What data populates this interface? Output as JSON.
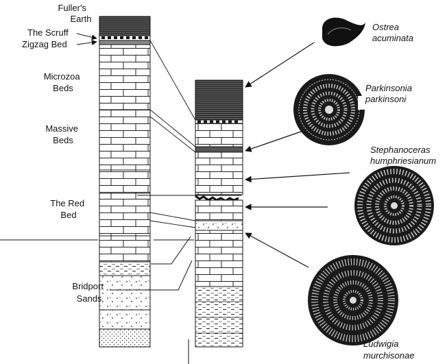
{
  "bed_labels": {
    "fullers_earth": "Fuller's Earth",
    "scruff": "The Scruff",
    "zigzag": "Zigzag Bed",
    "microzoa": "Microzoa Beds",
    "massive": "Massive Beds",
    "red_bed": "The Red Bed",
    "bridport": "Bridport Sands"
  },
  "fossils": {
    "ostrea": "Ostrea acuminata",
    "parkinsonia": "Parkinsonia parkinsoni",
    "stephanoceras": "Stephanoceras humphriesianum",
    "ludwigia": "Ludwigia murchisonae"
  }
}
